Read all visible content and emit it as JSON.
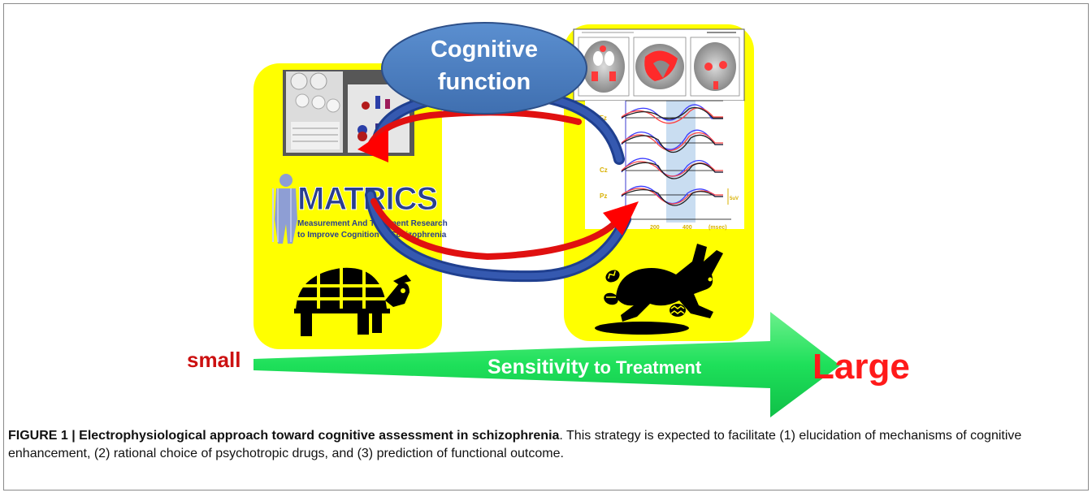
{
  "diagram": {
    "bubble_line1": "Cognitive",
    "bubble_line2": "function",
    "matrics_title": "MATRICS",
    "matrics_sub1": "Measurement And Treatment Research",
    "matrics_sub2": "to Improve Cognition in Schizophrenia",
    "small_label": "small",
    "large_label": "Large",
    "arrow_label_part1": "Sensitivity",
    "arrow_label_part2": " to Treatment",
    "erp_channels": [
      "Fz",
      "Cz",
      "Pz"
    ],
    "erp_ticks": [
      "200",
      "400",
      "(msec)"
    ],
    "erp_scale": "5uV",
    "colors": {
      "panel": "#ffff00",
      "bubble": "#4f81bd",
      "arrow_red": "#ff0000",
      "arrow_blue": "#1f3f8f",
      "green_arrow": "#22e05a",
      "small_text": "#cc1111",
      "large_text": "#ff1a1a"
    }
  },
  "caption": {
    "title": "FIGURE 1 | Electrophysiological approach toward cognitive assessment in schizophrenia",
    "text": ". This strategy is expected to facilitate (1) elucidation of mechanisms of cognitive enhancement, (2) rational choice of psychotropic drugs, and (3) prediction of functional outcome."
  }
}
